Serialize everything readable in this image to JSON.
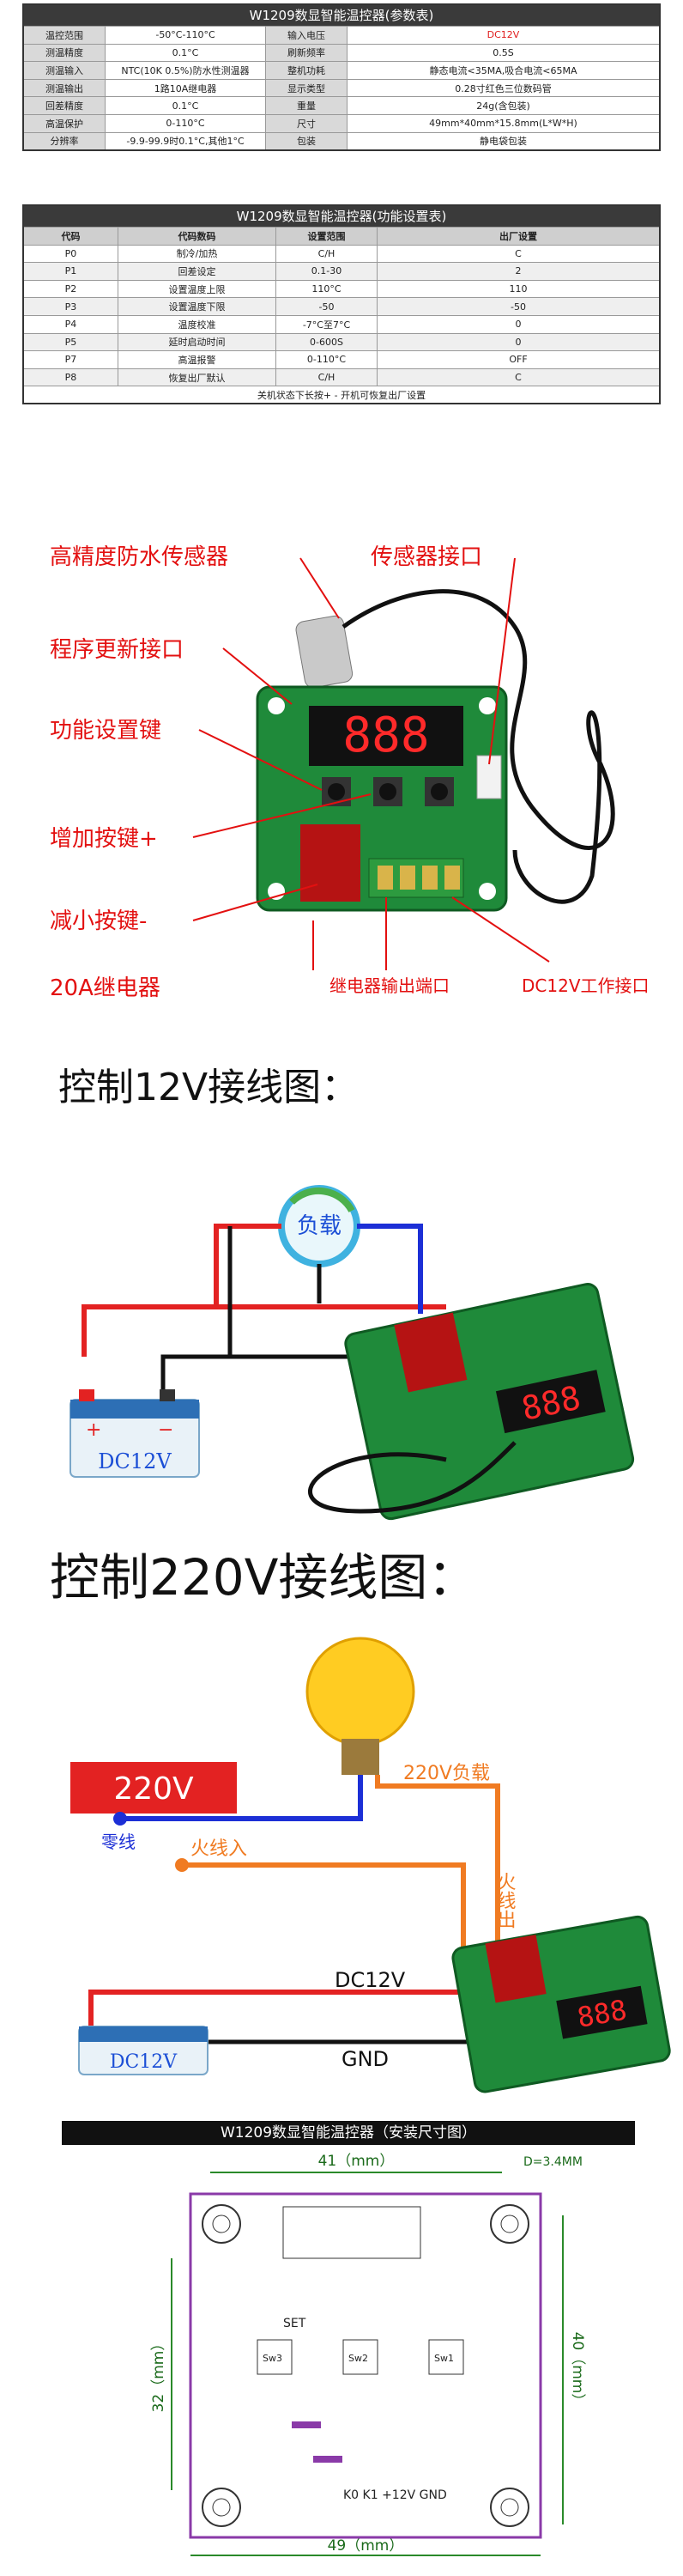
{
  "params_table": {
    "title": "W1209数显智能温控器(参数表)",
    "rows": [
      [
        "温控范围",
        "-50°C-110°C",
        "输入电压",
        "DC12V"
      ],
      [
        "测温精度",
        "0.1°C",
        "刷新频率",
        "0.5S"
      ],
      [
        "测温输入",
        "NTC(10K 0.5%)防水性测温器",
        "整机功耗",
        "静态电流<35MA,吸合电流<65MA"
      ],
      [
        "测温输出",
        "1路10A继电器",
        "显示类型",
        "0.28寸红色三位数码管"
      ],
      [
        "回差精度",
        "0.1°C",
        "重量",
        "24g(含包装)"
      ],
      [
        "高温保护",
        "0-110°C",
        "尺寸",
        "49mm*40mm*15.8mm(L*W*H)"
      ],
      [
        "分辨率",
        "-9.9-99.9时0.1°C,其他1°C",
        "包装",
        "静电袋包装"
      ]
    ]
  },
  "func_table": {
    "title": "W1209数显智能温控器(功能设置表)",
    "headers": [
      "代码",
      "代码数码",
      "设置范围",
      "出厂设置"
    ],
    "rows": [
      [
        "P0",
        "制冷/加热",
        "C/H",
        "C"
      ],
      [
        "P1",
        "回差设定",
        "0.1-30",
        "2"
      ],
      [
        "P2",
        "设置温度上限",
        "110°C",
        "110"
      ],
      [
        "P3",
        "设置温度下限",
        "-50",
        "-50"
      ],
      [
        "P4",
        "温度校准",
        "-7°C至7°C",
        "0"
      ],
      [
        "P5",
        "延时启动时间",
        "0-600S",
        "0"
      ],
      [
        "P7",
        "高温报警",
        "0-110°C",
        "OFF"
      ],
      [
        "P8",
        "恢复出厂默认",
        "C/H",
        "C"
      ]
    ],
    "note": "关机状态下长按+ - 开机可恢复出厂设置"
  },
  "board_labels": {
    "sensor": "高精度防水传感器",
    "sensor_port": "传感器接口",
    "program_port": "程序更新接口",
    "func_key": "功能设置键",
    "plus_key": "增加按键+",
    "minus_key": "减小按键-",
    "relay": "20A继电器",
    "relay_out": "继电器输出端口",
    "dc_port": "DC12V工作接口",
    "display": "888"
  },
  "wiring12": {
    "title": "控制12V接线图：",
    "load": "负载",
    "battery": "DC12V",
    "plus": "+",
    "minus": "−"
  },
  "wiring220": {
    "title": "控制220V接线图：",
    "source": "220V",
    "neutral": "零线",
    "live_in": "火线入",
    "live_out": "火线出",
    "load": "220V负载",
    "dc": "DC12V",
    "gnd": "GND",
    "battery": "DC12V"
  },
  "dims": {
    "title": "W1209数显智能温控器（安装尺寸图）",
    "width_top": "41（mm）",
    "width_bottom": "49（mm）",
    "height_left": "32（mm）",
    "height_right": "40（mm）",
    "hole": "D=3.4MM",
    "set": "SET",
    "sw3": "Sw3",
    "sw2": "Sw2",
    "sw1": "Sw1",
    "pins": "K0  K1  +12V  GND"
  },
  "colors": {
    "red_wire": "#e32222",
    "blue_wire": "#1c2fd6",
    "orange_wire": "#f07b22",
    "pcb": "#1f8a3a",
    "dim_line": "#2a8a2a"
  }
}
